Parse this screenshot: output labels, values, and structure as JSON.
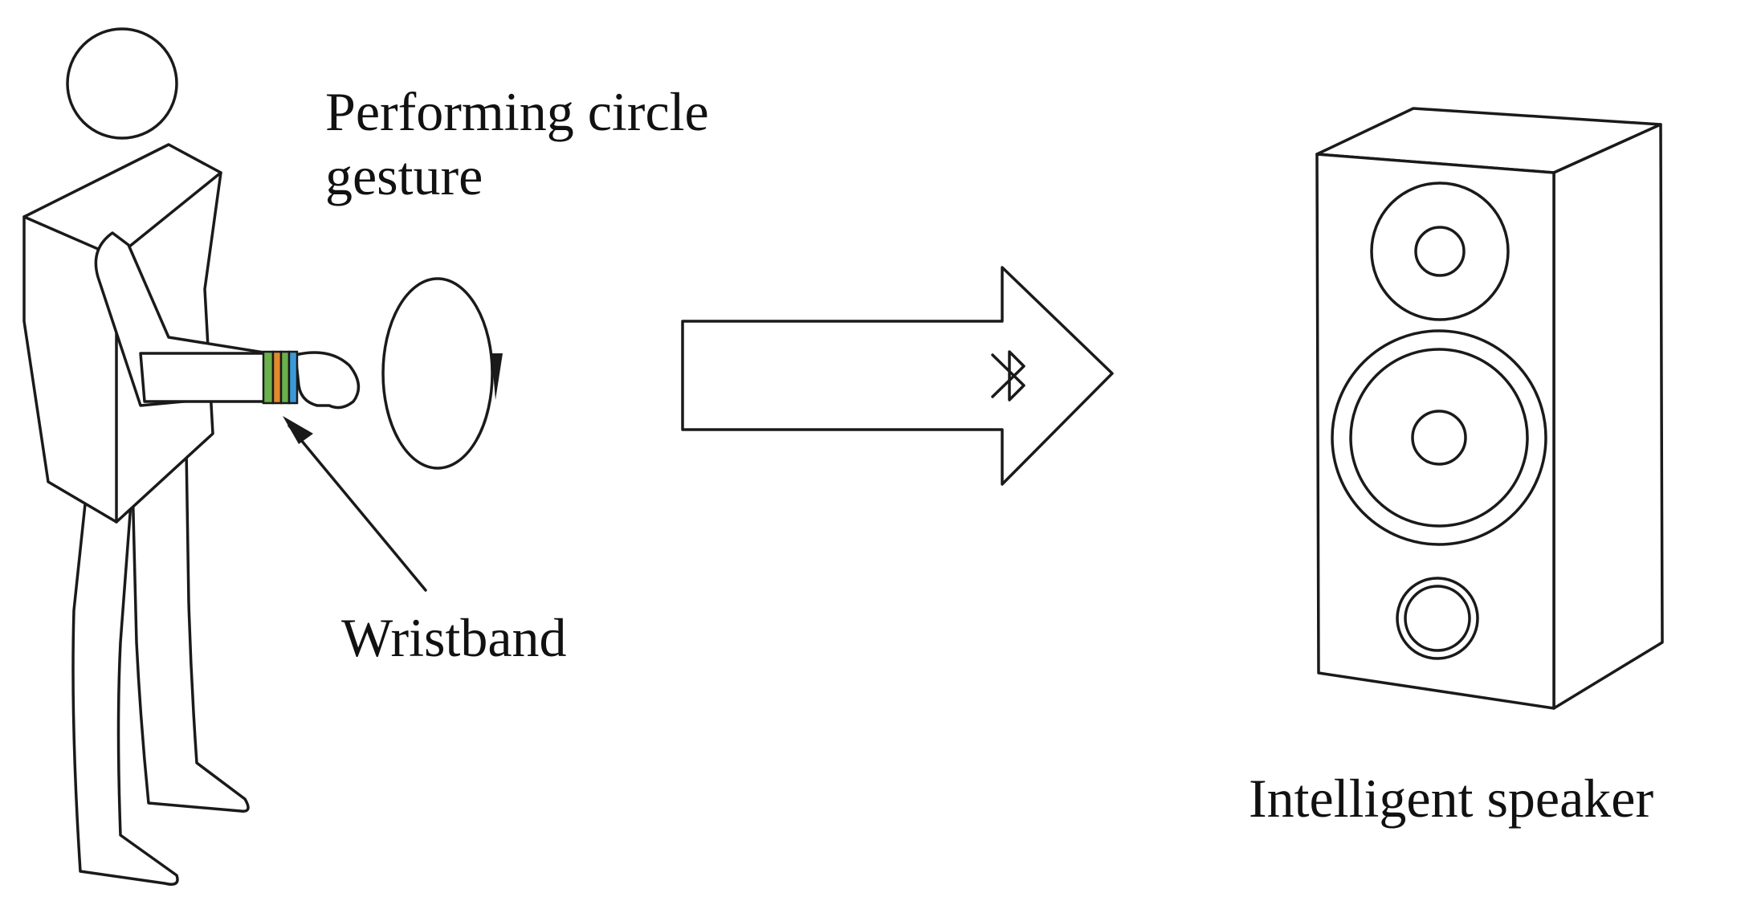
{
  "labels": {
    "gesture_line1": "Performing circle",
    "gesture_line2": "gesture",
    "wristband": "Wristband",
    "speaker": "Intelligent speaker"
  },
  "icons": {
    "connection": "bluetooth-icon",
    "rotation": "clockwise-circle-arrow-icon"
  },
  "colors": {
    "line": "#1a1a1a",
    "background": "#ffffff",
    "wristband_stripes": [
      "#6ab04c",
      "#e08a2e",
      "#3a9ad9"
    ]
  }
}
